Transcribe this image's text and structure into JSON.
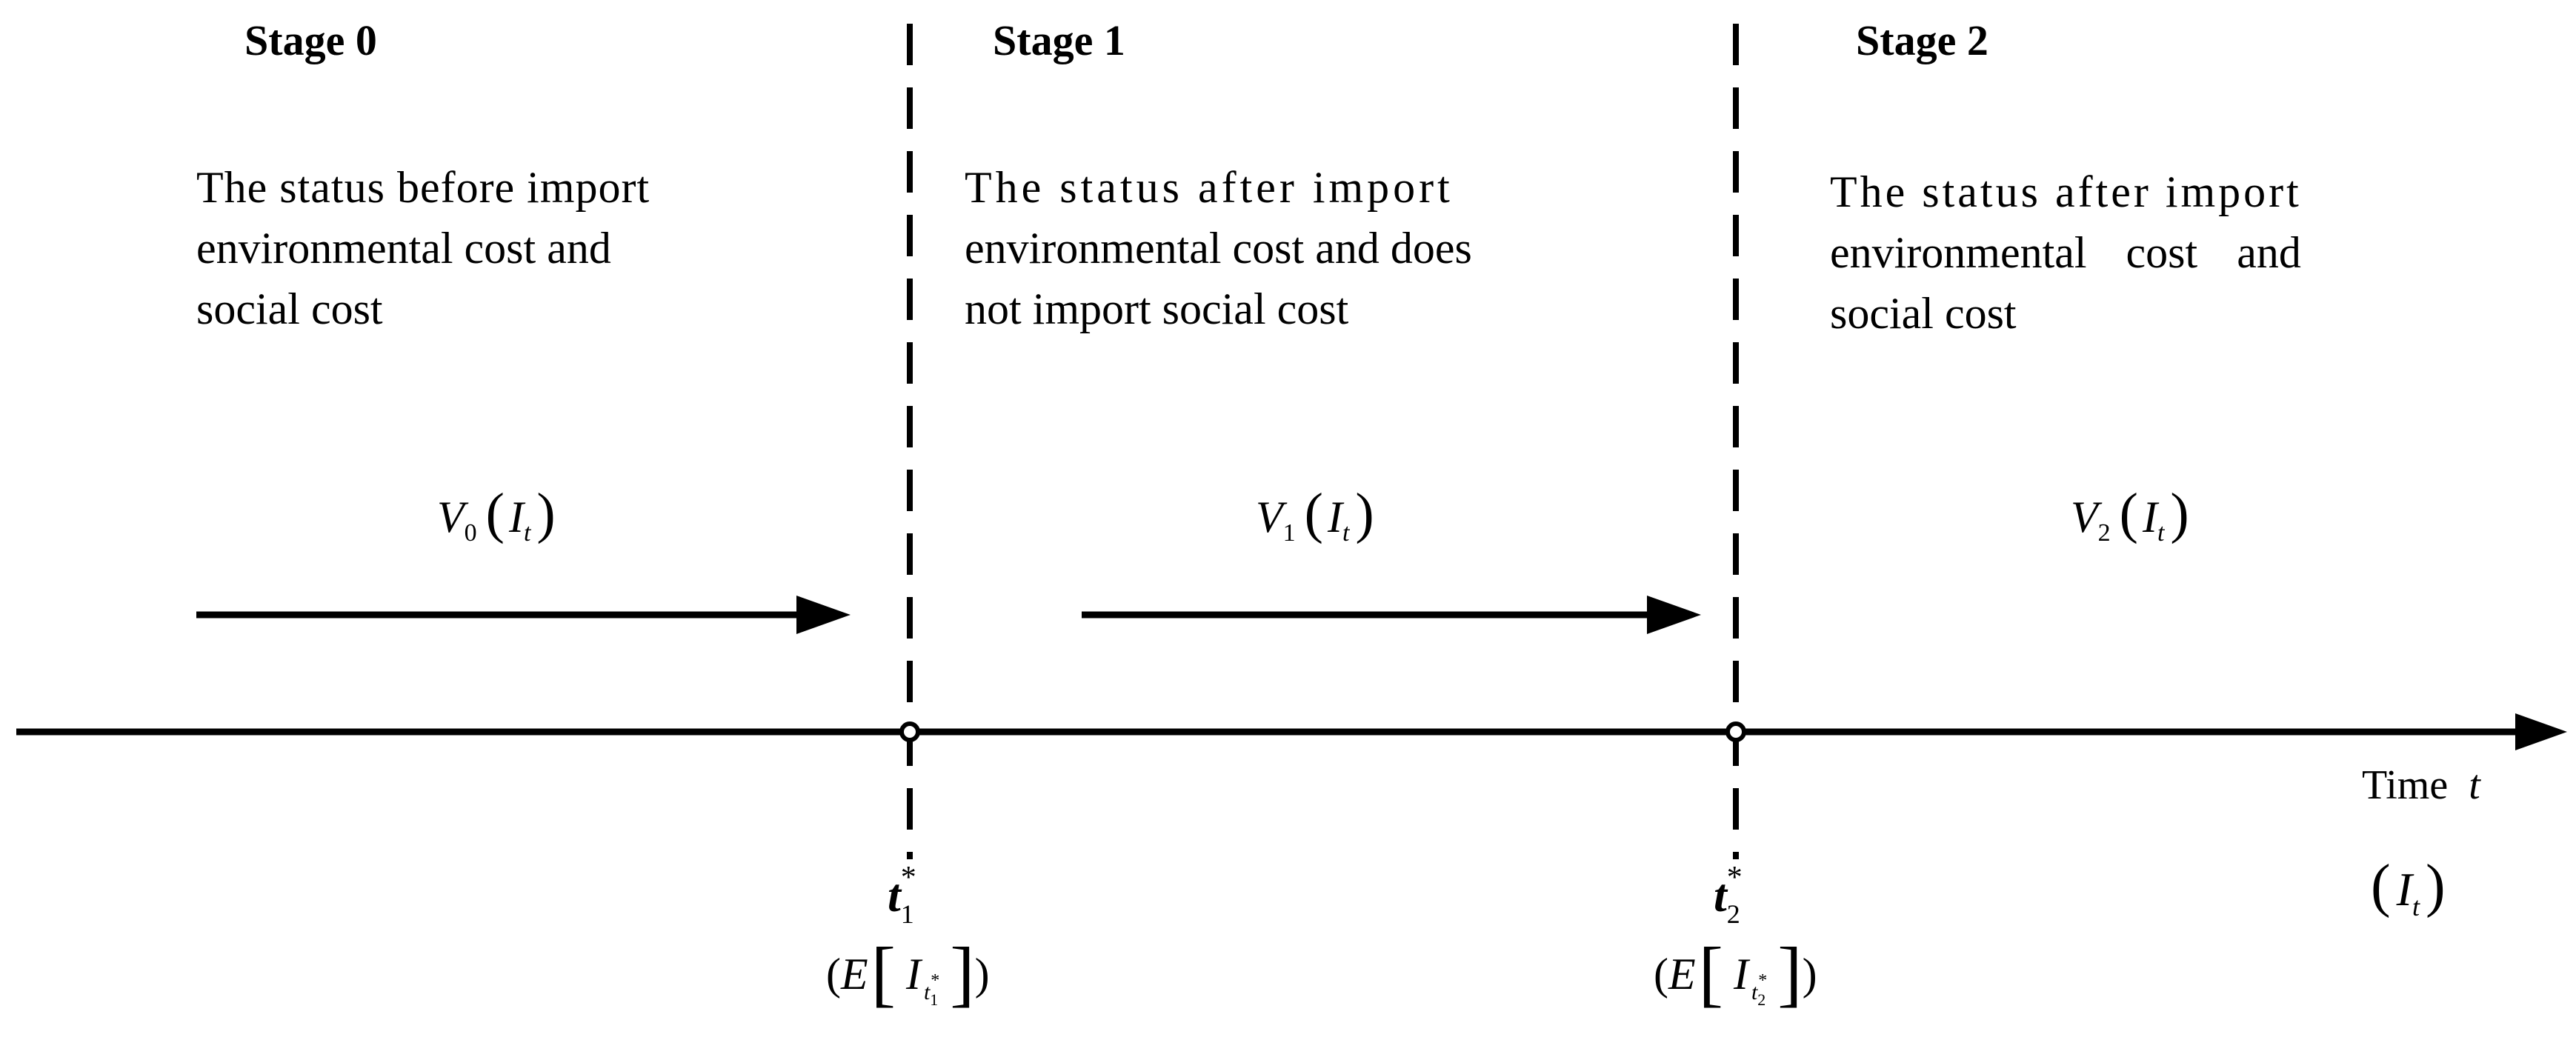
{
  "stages": [
    {
      "title": "Stage 0",
      "description": [
        "The status before import",
        "environmental cost and",
        "social cost"
      ],
      "value_fn": {
        "symbol": "V",
        "subscript": "0",
        "argument": "I",
        "argument_subscript": "t"
      }
    },
    {
      "title": "Stage 1",
      "description": [
        "The status after import",
        "environmental cost and does",
        "not import social cost"
      ],
      "value_fn": {
        "symbol": "V",
        "subscript": "1",
        "argument": "I",
        "argument_subscript": "t"
      }
    },
    {
      "title": "Stage 2",
      "description": [
        "The status after import",
        "environmental cost and",
        "social cost"
      ],
      "value_fn": {
        "symbol": "V",
        "subscript": "2",
        "argument": "I",
        "argument_subscript": "t"
      }
    }
  ],
  "time_axis": {
    "label": "Time",
    "variable": "t",
    "state_variable": {
      "symbol": "I",
      "subscript": "t"
    }
  },
  "switch_points": [
    {
      "symbol": "t",
      "subscript": "1",
      "superscript": "*",
      "expectation": "E",
      "state": "I",
      "state_subscript": "t",
      "state_sub_subscript": "1",
      "state_sub_superscript": "*"
    },
    {
      "symbol": "t",
      "subscript": "2",
      "superscript": "*",
      "expectation": "E",
      "state": "I",
      "state_subscript": "t",
      "state_sub_subscript": "2",
      "state_sub_superscript": "*"
    }
  ],
  "colors": {
    "ink": "#000000",
    "background": "#ffffff"
  }
}
